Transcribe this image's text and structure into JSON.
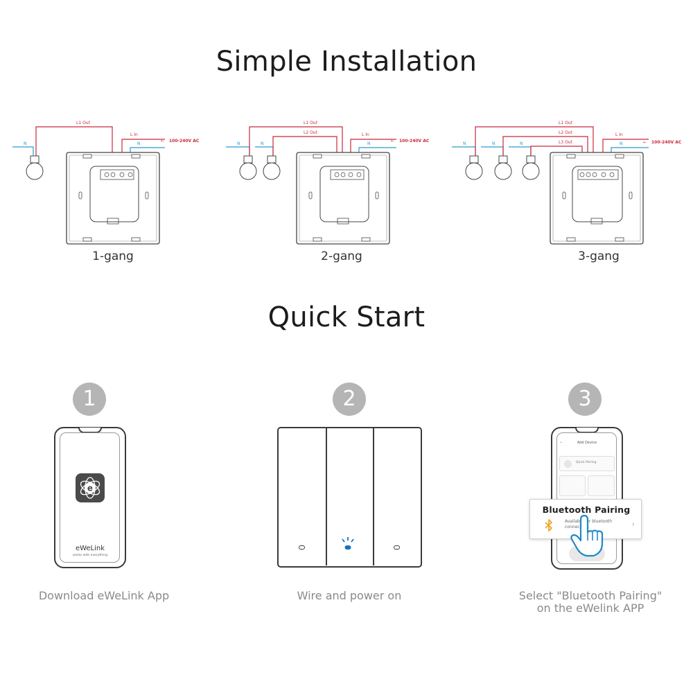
{
  "installation": {
    "title": "Simple Installation",
    "labels": {
      "n": "N",
      "l_in": "L In",
      "l1_out": "L1 Out",
      "l2_out": "L2 Out",
      "l3_out": "L3 Out",
      "ac": "100-240V AC"
    },
    "diagrams": [
      {
        "gang": "1-gang"
      },
      {
        "gang": "2-gang"
      },
      {
        "gang": "3-gang"
      }
    ]
  },
  "quick_start": {
    "title": "Quick Start",
    "steps": [
      {
        "number": "1",
        "caption": "Download eWeLink App",
        "app_name": "eWeLink",
        "app_tagline": "works with everything"
      },
      {
        "number": "2",
        "caption": "Wire and power on"
      },
      {
        "number": "3",
        "caption_line1": "Select \"Bluetooth Pairing\"",
        "caption_line2": "on the eWelink APP",
        "phone": {
          "screen_title": "Add Device",
          "quick_pairing": "Quick Pairing"
        },
        "popup": {
          "title": "Bluetooth Pairing",
          "subtitle_line1": "Available for bluetooth",
          "subtitle_line2": "connection."
        }
      }
    ]
  },
  "colors": {
    "live": "#c8283a",
    "neutral": "#2a9bd0",
    "outline": "#444444",
    "circle": "#b5b5b5",
    "bluetooth": "#f0a020",
    "led": "#1e6fc0"
  }
}
